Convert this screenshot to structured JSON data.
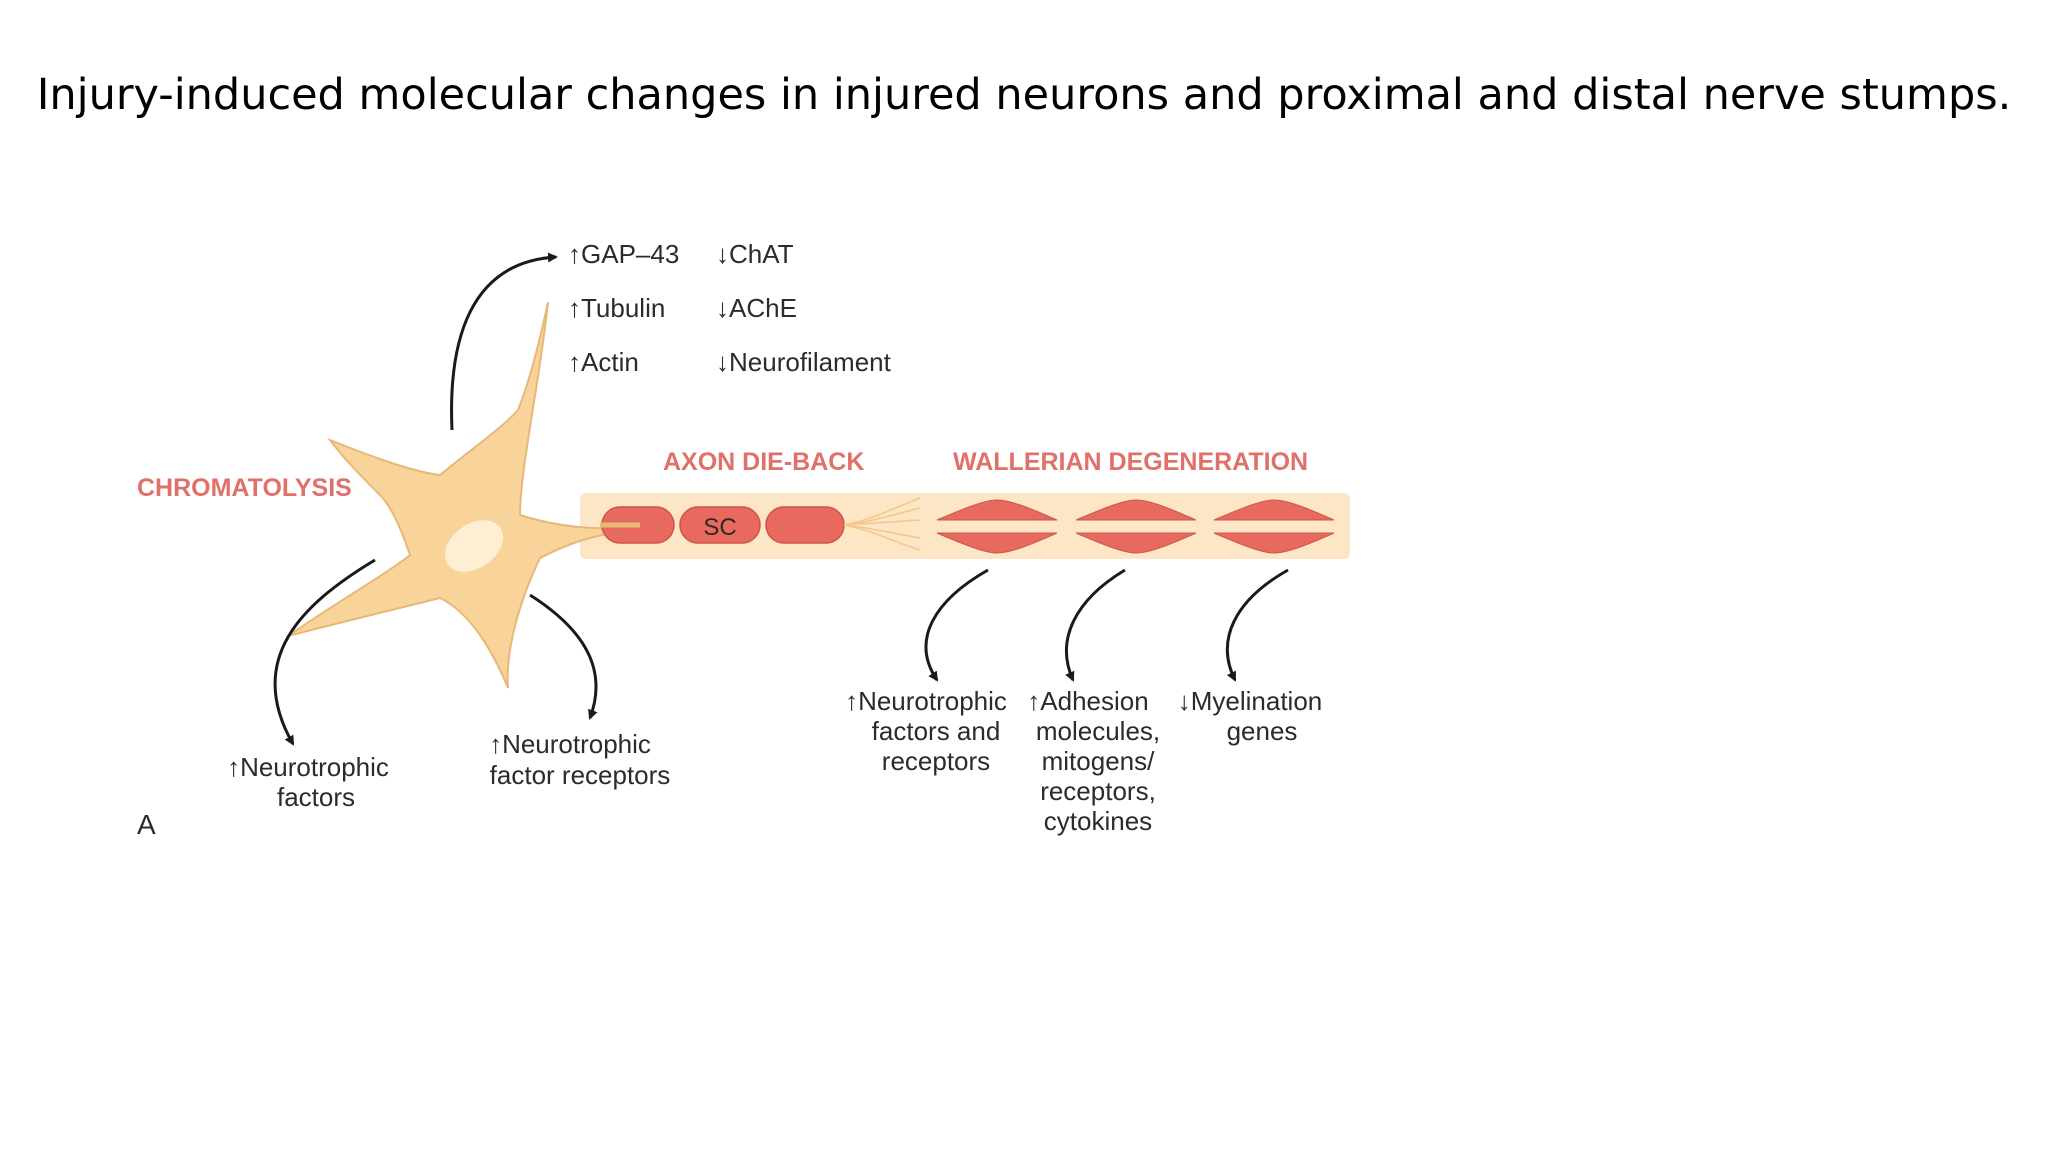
{
  "title": "Injury-induced molecular changes in injured neurons and proximal and distal nerve stumps.",
  "panel_label": "A",
  "sections": {
    "chromatolysis": "CHROMATOLYSIS",
    "axon_dieback": "AXON DIE-BACK",
    "wallerian": "WALLERIAN DEGENERATION"
  },
  "schwann_cell_label": "SC",
  "upregulated": [
    "↑GAP–43",
    "↑Tubulin",
    "↑Actin"
  ],
  "downregulated": [
    "↓ChAT",
    "↓AChE",
    "↓Neurofilament"
  ],
  "soma_effects": {
    "left": [
      "↑Neurotrophic",
      "factors"
    ],
    "right": [
      "↑Neurotrophic",
      "factor receptors"
    ]
  },
  "distal_effects": [
    [
      "↑Neurotrophic",
      "factors and",
      "receptors"
    ],
    [
      "↑Adhesion",
      "molecules,",
      "mitogens/",
      "receptors,",
      "cytokines"
    ],
    [
      "↓Myelination",
      "genes"
    ]
  ],
  "colors": {
    "soma": "#f8d39a",
    "axon_band": "#fde6c6",
    "schwann": "#e86a5e",
    "label_red": "#e0706a",
    "text": "#2b2b2b"
  }
}
